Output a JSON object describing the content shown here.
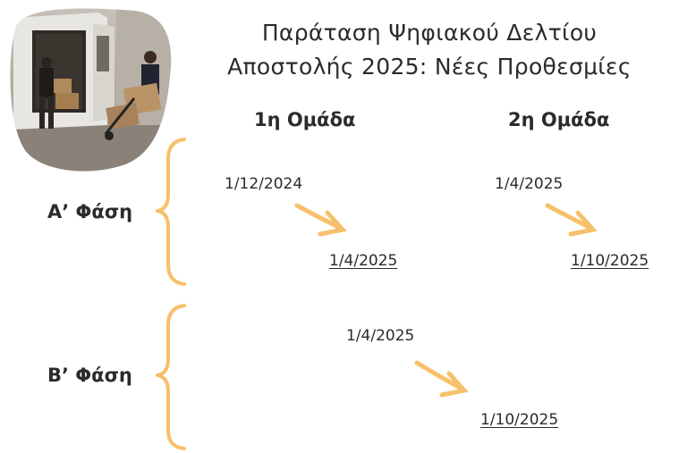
{
  "title_line1": "Παράταση Ψηφιακού Δελτίου",
  "title_line2": "Αποστολής 2025: Νέες Προθεσμίες",
  "groups": {
    "group1": "1η Ομάδα",
    "group2": "2η Ομάδα"
  },
  "phases": {
    "phase_a": "Α’ Φάση",
    "phase_b": "Β’ Φάση"
  },
  "dates": {
    "a_g1_from": "1/12/2024",
    "a_g1_to": "1/4/2025",
    "a_g2_from": "1/4/2025",
    "a_g2_to": "1/10/2025",
    "b_from": "1/4/2025",
    "b_to": "1/10/2025"
  },
  "colors": {
    "accent": "#F7C06A",
    "text": "#2b2b2b"
  }
}
